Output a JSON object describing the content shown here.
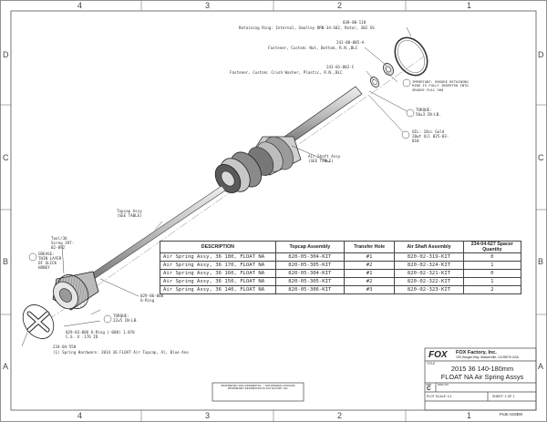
{
  "zones": {
    "columns": [
      "4",
      "3",
      "2",
      "1"
    ],
    "rows": [
      "D",
      "C",
      "B",
      "A"
    ]
  },
  "callouts": {
    "retaining_ring_pn": "038-00-118",
    "retaining_ring_desc": "Retaining Ring: Internal, Smalley RRN-34-S02, Rotor, 302 SS",
    "fastener_nut_pn": "241-00-005-A",
    "fastener_nut_desc": "Fastener, Custom: Nut, Bottom, R.N.,BLC",
    "crush_washer_pn": "241-01-002-C",
    "crush_washer_desc": "Fastener, Custom: Crush Washer, Plastic, R.N.,BLC",
    "important_note": "IMPORTANT: ENSURE RETAINING RING IS FULLY INSERTED INTO GROOVE FULL 360",
    "torque_top": "TORQUE: 50±3 IN-LB.",
    "oil_note": "OIL: 10cc Gold 20wt Oil 025-03-010",
    "air_shaft_label": "Air Shaft Assy (SEE TABLE)",
    "topcap_label": "Topcap Assy (SEE TABLE)",
    "tool_label": "Tool/36 Screw 397-02-092",
    "grease_note": "GREASE: THIN LAYER OF SLICK HONEY",
    "oring_top": "029-06-008 O-Ring",
    "torque_bottom": "TORQUE: 22±5 IN-LB.",
    "oring_bottom": "029-03-006 O-Ring (-008) 1.070 C.S. X .176 ID",
    "spring_hw_pn": "234-04-550",
    "spring_hw_desc": "(1) Spring Hardware: 2014 36 FLOAT Air Topcap, Al, Blue Ano"
  },
  "table": {
    "headers": [
      "DESCRIPTION",
      "Topcap Assembly",
      "Transfer Hole",
      "Air Shaft Assembly",
      "234-04-627 Spacer Quantity"
    ],
    "rows": [
      [
        "Air Spring Assy, 36 180, FLOAT NA",
        "820-05-304-KIT",
        "#1",
        "820-02-319-KIT",
        "0"
      ],
      [
        "Air Spring Assy, 36 170, FLOAT NA",
        "820-05-305-KIT",
        "#2",
        "820-02-324-KIT",
        "1"
      ],
      [
        "Air Spring Assy, 36 160, FLOAT NA",
        "820-05-304-KIT",
        "#1",
        "820-02-321-KIT",
        "0"
      ],
      [
        "Air Spring Assy, 36 150, FLOAT NA",
        "820-05-305-KIT",
        "#2",
        "820-02-322-KIT",
        "1"
      ],
      [
        "Air Spring Assy, 36 140, FLOAT NA",
        "820-05-306-KIT",
        "#3",
        "820-02-323-KIT",
        "2"
      ]
    ]
  },
  "title_block": {
    "logo": "FOX",
    "company": "FOX Factory, Inc.",
    "address": "130 Hangar Way, Watsonville, CA 95076 USA",
    "title_label": "TITLE",
    "title_line1": "2015 36 140-180mm",
    "title_line2": "FLOAT NA Air Spring Assys",
    "size_label": "SIZE",
    "size_value": "C",
    "dwg_label": "DWG NO.",
    "scale_label": "PLOT SCALE: 0.1",
    "sheet": "SHEET: 1 OF 1",
    "footer": "ProE ASSEM",
    "confidential": "PROPRIETARY AND CONFIDENTIAL — THIS DRAWING CONTAINS PROPRIETARY INFORMATION OF FOX FACTORY, INC."
  }
}
